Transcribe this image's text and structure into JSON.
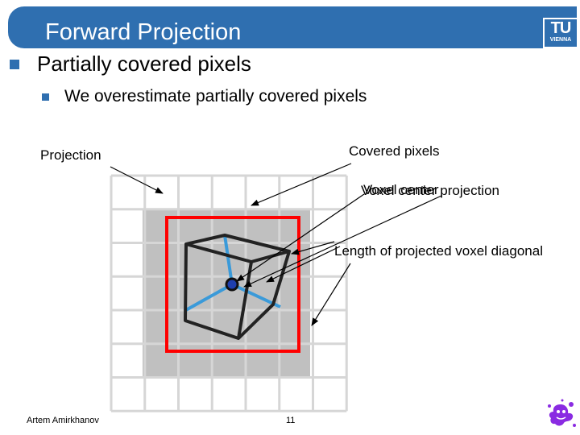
{
  "slide": {
    "title": "Forward Projection",
    "logo_text": "TU",
    "logo_subtext": "VIENNA",
    "bullet1": "Partially covered pixels",
    "bullet2": "We overestimate partially covered pixels"
  },
  "labels": {
    "projection": "Projection",
    "covered_pixels": "Covered pixels",
    "voxel_center": "Voxel center",
    "voxel_center_projection": "Voxel center projection",
    "length_diagonal": "Length of projected voxel diagonal"
  },
  "footer": {
    "author": "Artem Amirkhanov",
    "page_number": "11"
  },
  "colors": {
    "accent": "#2f6fb0",
    "covered_fill": "#c0c0c0",
    "bounding_box": "#ff0000",
    "hidden_edges": "#3a9ad9"
  },
  "icons": [
    "square-bullet-icon",
    "splat-logo-icon"
  ]
}
